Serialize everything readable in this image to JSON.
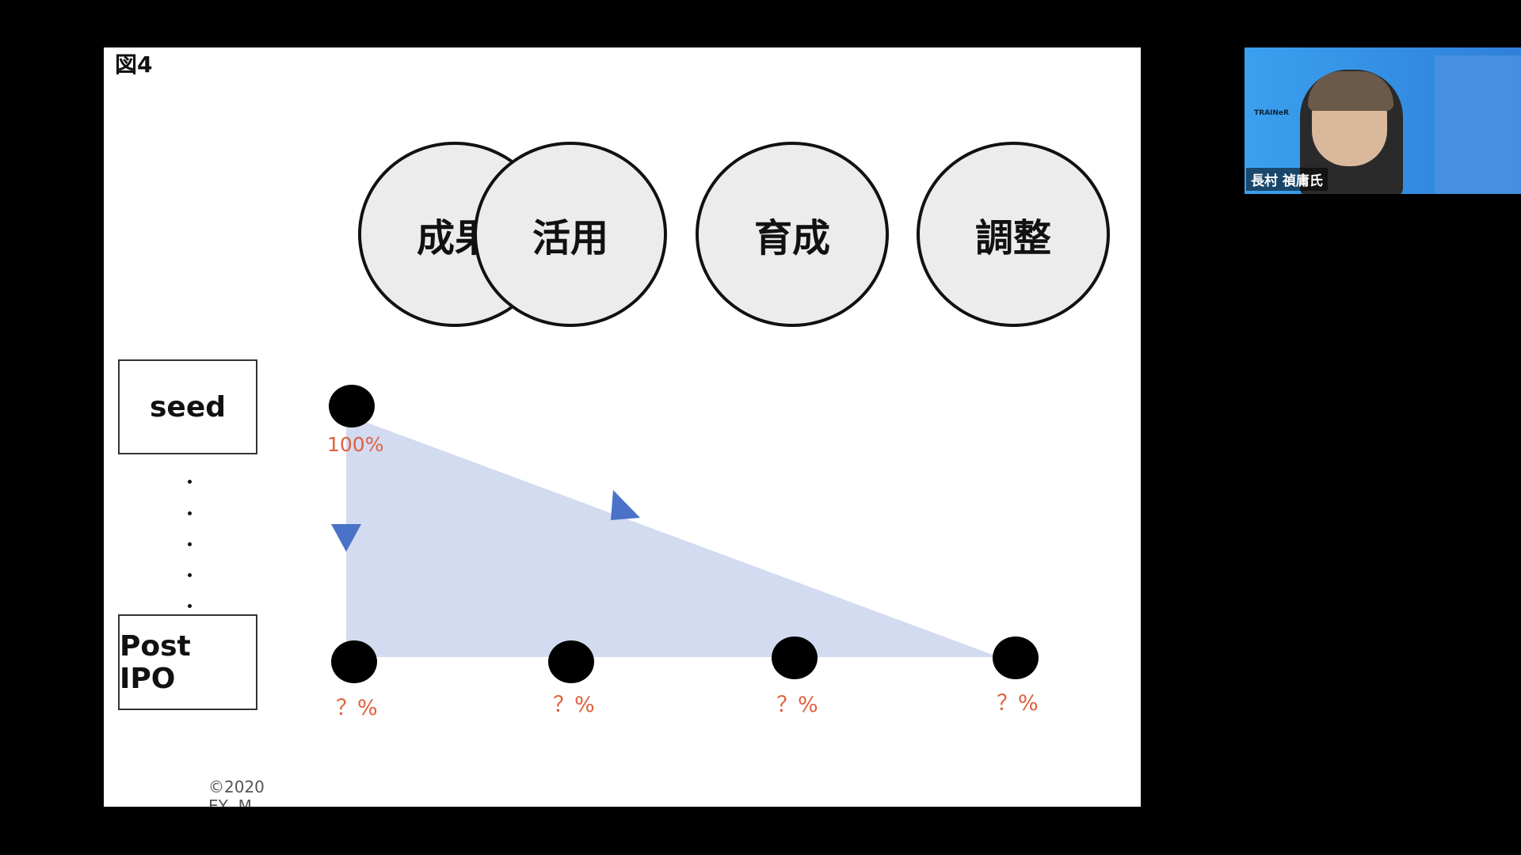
{
  "slide": {
    "title": "図4",
    "categories": [
      "成果",
      "活用",
      "育成",
      "調整"
    ],
    "stages": {
      "top": "seed",
      "bottom": "Post IPO"
    },
    "top_label": "100%",
    "bottom_labels": [
      "？%",
      "？%",
      "？%",
      "？%"
    ],
    "copyright": [
      "©2020",
      "EY, M"
    ],
    "colors": {
      "triangle": "#d3dbf0",
      "arrow": "#4a72c8",
      "label": "#e0603c"
    }
  },
  "video": {
    "participant_name": "長村 禎庸氏",
    "background_text": "TRAINeR"
  }
}
